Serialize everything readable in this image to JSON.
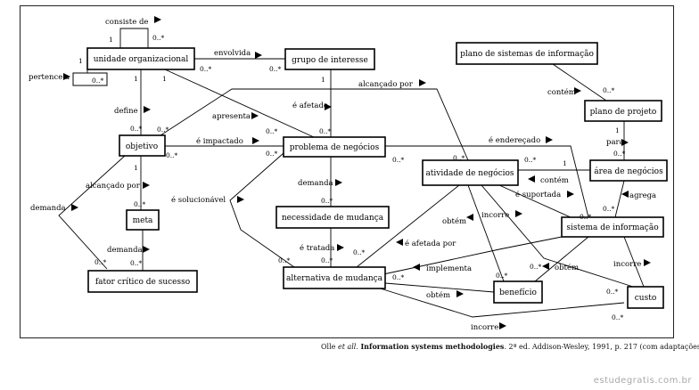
{
  "entities": {
    "unidade_organizacional": "unidade organizacional",
    "grupo_de_interesse": "grupo de interesse",
    "plano_de_sistemas": "plano de sistemas de informação",
    "plano_de_projeto": "plano de projeto",
    "objetivo": "objetivo",
    "problema_de_negocios": "problema de negócios",
    "atividade_de_negocios": "atividade de negócios",
    "area_de_negocios": "área de negócios",
    "meta": "meta",
    "necessidade_de_mudanca": "necessidade de mudança",
    "sistema_de_informacao": "sistema de informação",
    "fator_critico": "fator crítico de sucesso",
    "alternativa_de_mudanca": "alternativa de mudança",
    "beneficio": "benefício",
    "custo": "custo"
  },
  "relationships": {
    "consiste_de": "consiste de",
    "pertence_a": "pertence a",
    "envolvida": "envolvida",
    "alcancado_por_top": "alcançado por",
    "contem_top": "contém",
    "define": "define",
    "apresenta": "apresenta",
    "e_afetado": "é afetado",
    "e_impactado": "é impactado",
    "e_enderecado": "é endereçado",
    "para": "para",
    "contem_mid": "contém",
    "alcancado_por_left": "alcançado por",
    "demanda_left": "demanda",
    "e_solucionavel": "é solucionável",
    "demanda_mid": "demanda",
    "e_suportada": "é suportada",
    "agrega": "agrega",
    "obtem_1": "obtém",
    "incorre_1": "incorre",
    "demanda_bottom": "demanda",
    "e_tratada": "é tratada",
    "e_afetada_por": "é afetada por",
    "implementa": "implementa",
    "obtem_2": "obtém",
    "incorre_2": "incorre",
    "obtem_3": "obtém",
    "incorre_3": "incorre"
  },
  "multiplicities": {
    "m1": "1",
    "m2": "0..*",
    "m3": "1",
    "m4": "0..*",
    "m5": "0..*",
    "m6": "1",
    "m7": "1",
    "m8": "0..*",
    "m9": "1",
    "m10": "0..*",
    "m11": "0..*",
    "m12": "0..*",
    "m13": "0..*",
    "m14": "0..*",
    "m15": "1",
    "m16": "0..*",
    "m17": "0..*",
    "m18": "1",
    "m19": "0..*",
    "m20": "0..*",
    "m21": "1",
    "m22": "0..*",
    "m23": "0..*",
    "m24": "0..*",
    "m25": "0..*",
    "m26": "0..*",
    "m27": "0..*",
    "m28": "0..*",
    "m29": "0..*",
    "m30": "0..*",
    "m31": "0..*",
    "m32": "0..*",
    "m33": "0..*",
    "m34": "0..*",
    "m35": "0..*",
    "m36": "0..*",
    "m37": "0..*"
  },
  "caption": {
    "author_prefix": "Olle ",
    "et_al": "et all",
    "title": "Information systems methodologies",
    "rest": ". 2ª ed. Addison-Wesley, 1991, p. 217 (com adaptações)."
  },
  "watermark": "estudegratis.com.br"
}
